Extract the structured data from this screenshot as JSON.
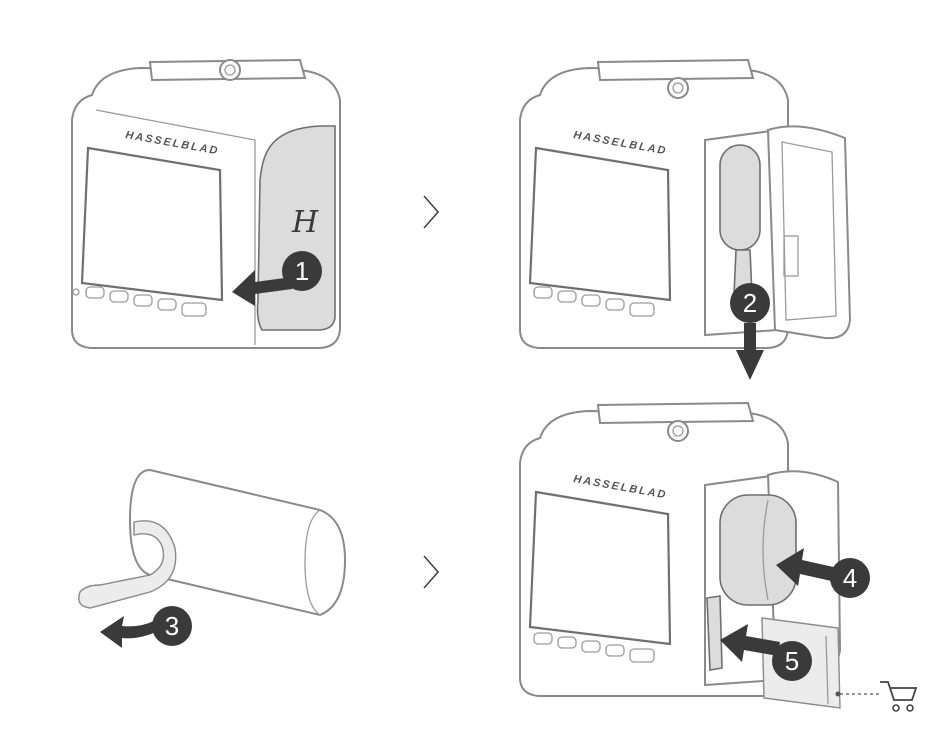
{
  "brand": "HASSELBLAD",
  "door_logo": "H",
  "steps": [
    {
      "number": "1"
    },
    {
      "number": "2"
    },
    {
      "number": "3"
    },
    {
      "number": "4"
    },
    {
      "number": "5"
    }
  ],
  "icons": {
    "next": "chevron-right-icon",
    "accessory": "shopping-cart-icon"
  },
  "colors": {
    "badge": "#3a3a3a",
    "outline": "#8a8a8a",
    "part_fill": "#dcdcdc"
  }
}
